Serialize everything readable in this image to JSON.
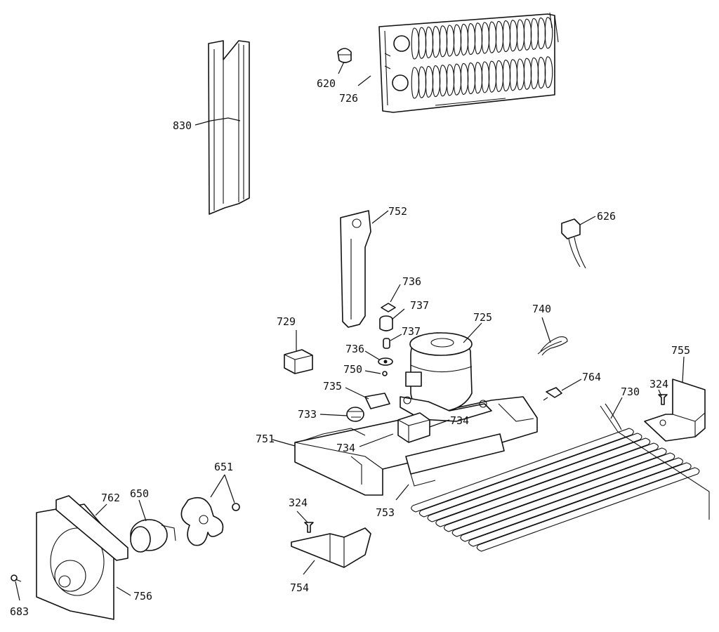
{
  "labels": {
    "l620": "620",
    "l726": "726",
    "l830": "830",
    "l752": "752",
    "l626": "626",
    "l736a": "736",
    "l737a": "737",
    "l737b": "737",
    "l736b": "736",
    "l750": "750",
    "l725": "725",
    "l740": "740",
    "l729": "729",
    "l735": "735",
    "l733": "733",
    "l734a": "734",
    "l734b": "734",
    "l751": "751",
    "l764": "764",
    "l755": "755",
    "l324a": "324",
    "l730": "730",
    "l753": "753",
    "l324b": "324",
    "l754": "754",
    "l651": "651",
    "l650": "650",
    "l762": "762",
    "l756": "756",
    "l683": "683"
  }
}
